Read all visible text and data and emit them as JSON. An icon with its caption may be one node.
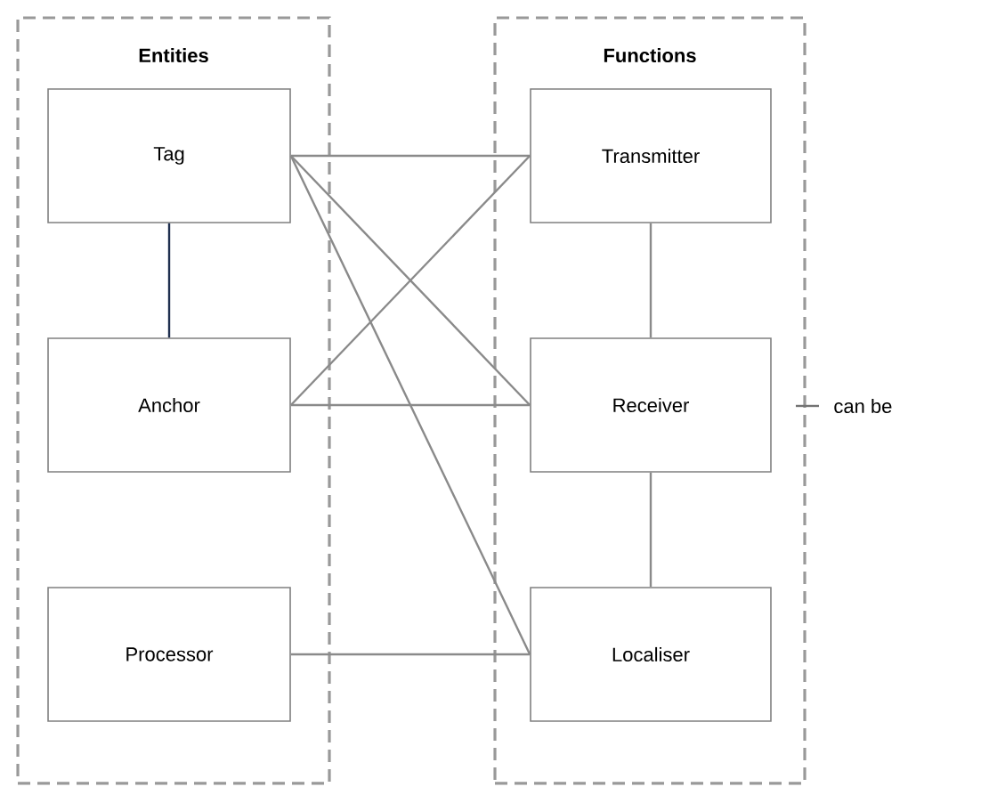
{
  "diagram": {
    "nodes": [
      {
        "text": [
          "Entities"
        ]
      },
      {
        "text": [
          "Tag"
        ],
        "in": 0
      },
      {
        "text": [
          "Anchor"
        ],
        "in": 0
      },
      {
        "text": [
          "Processor"
        ],
        "in": 0
      },
      {
        "text": [
          "Functions"
        ]
      },
      {
        "text": [
          "Transmitter"
        ],
        "in": 4
      },
      {
        "text": [
          "Receiver"
        ],
        "in": 4
      },
      {
        "text": [
          "Localiser"
        ],
        "in": 4
      }
    ],
    "edges": [
      {
        "from": 1,
        "to": 2,
        "arrow": "none",
        "color": "#1f2f4f"
      },
      {
        "from": 1,
        "to": 5,
        "arrow": "none"
      },
      {
        "from": 1,
        "to": 6,
        "arrow": "none"
      },
      {
        "from": 1,
        "to": 7,
        "arrow": "none"
      },
      {
        "from": 2,
        "to": 5,
        "arrow": "none"
      },
      {
        "from": 2,
        "to": 6,
        "arrow": "none"
      },
      {
        "from": 3,
        "to": 7,
        "arrow": "none"
      },
      {
        "from": 5,
        "to": 6,
        "arrow": "none"
      },
      {
        "from": 6,
        "to": 7,
        "arrow": "none"
      }
    ],
    "legend": [
      {
        "text": "can be"
      }
    ]
  }
}
